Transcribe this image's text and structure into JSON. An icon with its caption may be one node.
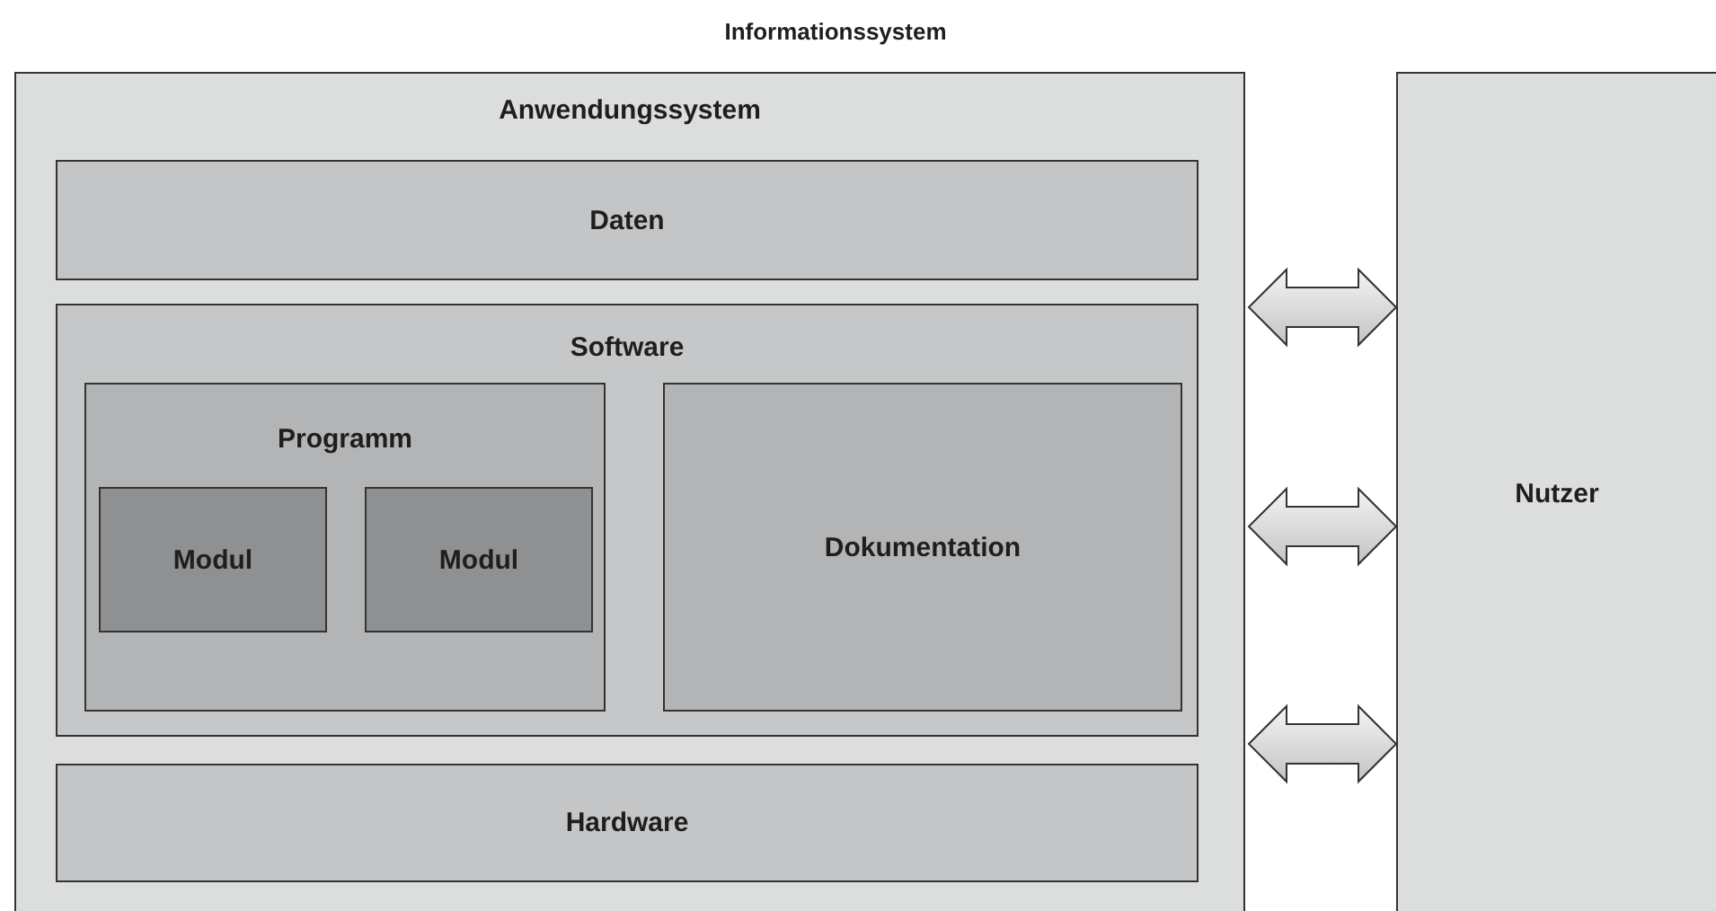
{
  "diagram": {
    "title": "Informationssystem",
    "nodes": [
      {
        "text": [
          "Anwendungssystem"
        ]
      },
      {
        "text": [
          "Daten"
        ],
        "in": 0
      },
      {
        "text": [
          "Software"
        ],
        "in": 0
      },
      {
        "text": [
          "Programm"
        ],
        "in": 2
      },
      {
        "text": [
          "Modul"
        ],
        "in": 3
      },
      {
        "text": [
          "Modul"
        ],
        "in": 3
      },
      {
        "text": [
          "Dokumentation"
        ],
        "in": 2
      },
      {
        "text": [
          "Hardware"
        ],
        "in": 0
      },
      {
        "text": [
          "Nutzer"
        ]
      }
    ],
    "edges": [
      {
        "from": 0,
        "to": 8,
        "arrow": "both"
      },
      {
        "from": 0,
        "to": 8,
        "arrow": "both"
      },
      {
        "from": 0,
        "to": 8,
        "arrow": "both"
      }
    ]
  }
}
